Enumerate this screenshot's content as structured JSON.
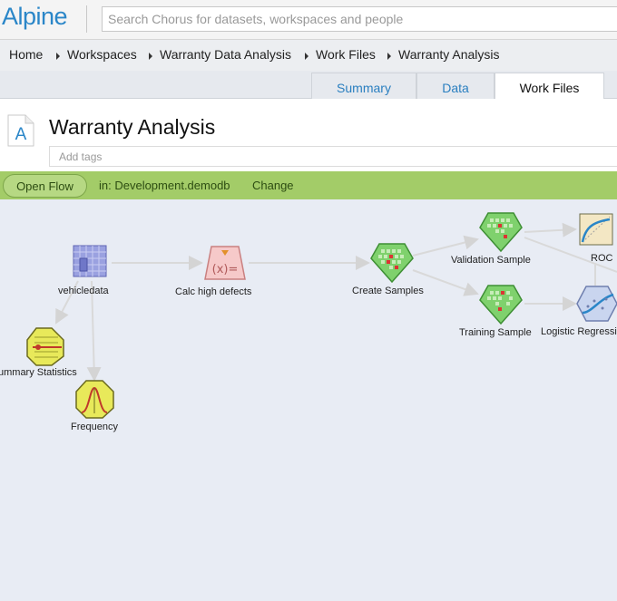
{
  "app": {
    "logo": "Alpine"
  },
  "search": {
    "placeholder": "Search Chorus for datasets, workspaces and people"
  },
  "breadcrumb": [
    "Home",
    "Workspaces",
    "Warranty Data Analysis",
    "Work Files",
    "Warranty Analysis"
  ],
  "tabs": [
    {
      "label": "Summary",
      "active": false
    },
    {
      "label": "Data",
      "active": false
    },
    {
      "label": "Work Files",
      "active": true
    }
  ],
  "workfile": {
    "title": "Warranty Analysis",
    "tags_placeholder": "Add tags",
    "file_icon_letter": "A"
  },
  "flow_bar": {
    "open_label": "Open Flow",
    "database": "in: Development.demodb",
    "change_label": "Change"
  },
  "nodes": {
    "vehicledata": "vehicledata",
    "calc": "Calc high defects",
    "create_samples": "Create Samples",
    "validation": "Validation Sample",
    "training": "Training Sample",
    "roc": "ROC",
    "logistic": "Logistic Regressi",
    "summary_stats": "ummary Statistics",
    "frequency": "Frequency"
  },
  "colors": {
    "accent": "#2a86c8",
    "flow_bar": "#a3cc68",
    "node_green": "#7fcf6e"
  }
}
